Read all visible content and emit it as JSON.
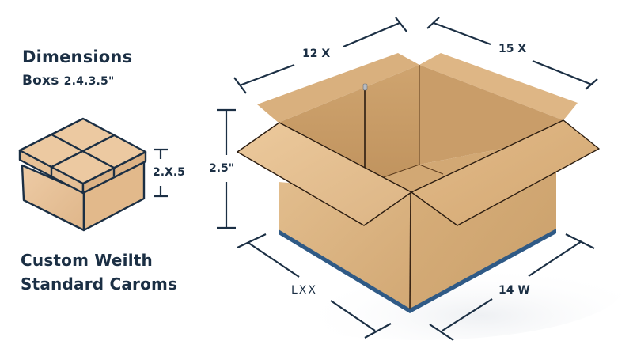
{
  "left_panel": {
    "title": "Dimensions",
    "subtitle_label": "Boxs",
    "subtitle_value": "2.4.3.5\"",
    "small_box_height_label": "2.X.5",
    "caption_line1": "Custom Weilth",
    "caption_line2": "Standard Caroms"
  },
  "main_box": {
    "dimension_labels": {
      "top_left": "12 X",
      "top_right": "15 X",
      "height": "2.5\"",
      "bottom_left": "LXX",
      "bottom_right": "14 W"
    }
  },
  "colors": {
    "ink": "#1b2f44",
    "cardboard_light": "#e3bf90",
    "cardboard_mid": "#d4aa76",
    "cardboard_dark": "#c79b66",
    "cardboard_inner": "#cfa46f",
    "base_stripe": "#2f5a86",
    "small_box_fill": "#e8c29a"
  }
}
